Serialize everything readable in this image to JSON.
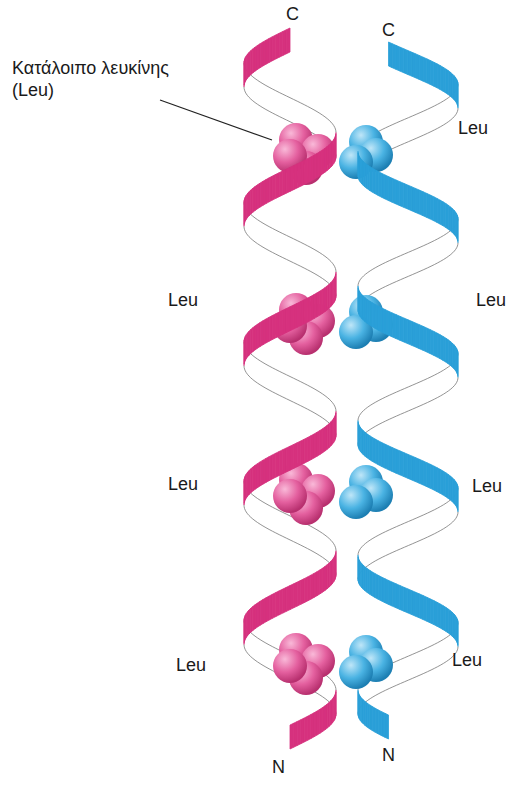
{
  "diagram": {
    "labels": [
      "Κατάλοιπο λευκίνης (Leu)",
      "C",
      "C",
      "Leu",
      "Leu",
      "Leu",
      "Leu",
      "Leu",
      "Leu",
      "Leu",
      "N",
      "N"
    ]
  }
}
